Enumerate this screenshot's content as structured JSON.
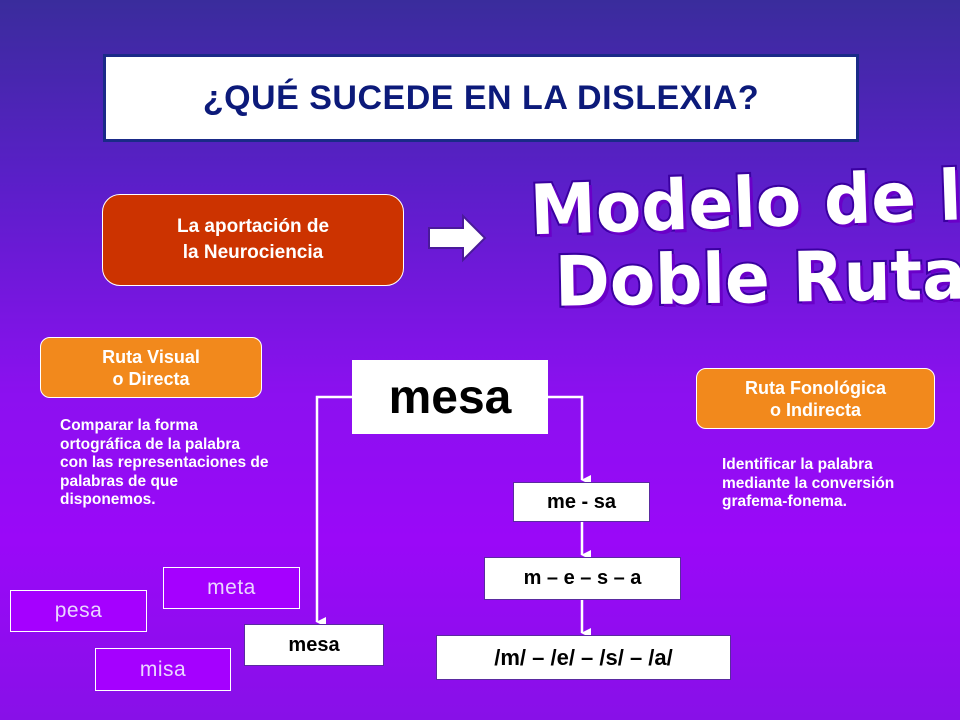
{
  "title": "¿QUÉ SUCEDE EN LA DISLEXIA?",
  "neuro": {
    "line1": "La aportación de",
    "line2": "la Neurociencia"
  },
  "model": {
    "line1": "Modelo de la",
    "line2": "Doble Ruta"
  },
  "visual_route": {
    "line1": "Ruta Visual",
    "line2": "o Directa",
    "description": "Comparar la forma ortográfica de la palabra con las representaciones de palabras de que disponemos."
  },
  "phonological_route": {
    "line1": "Ruta Fonológica",
    "line2": "o Indirecta",
    "description": "Identificar la palabra mediante la conversión grafema-fonema."
  },
  "word": "mesa",
  "syllables": "me - sa",
  "letters": "m – e  – s – a",
  "phonemes": "/m/ – /e/  – /s/ – /a/",
  "lexicon": {
    "match": "mesa",
    "alt1": "meta",
    "alt2": "pesa",
    "alt3": "misa"
  },
  "colors": {
    "title_text": "#0c1a7a",
    "neuro_box": "#cc3300",
    "route_box": "#f2891c",
    "background": "#8c10f0"
  }
}
